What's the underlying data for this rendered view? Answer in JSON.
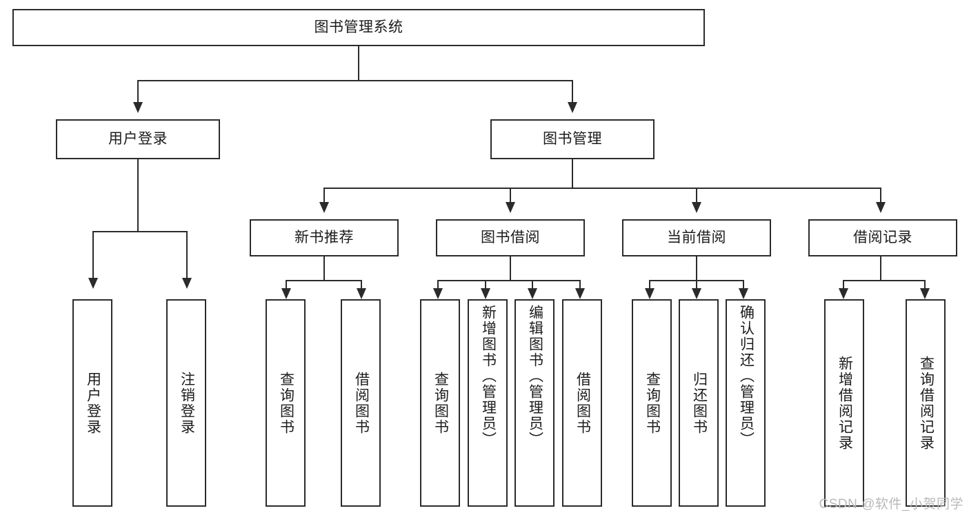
{
  "diagram": {
    "type": "tree-hierarchy",
    "title": "图书管理系统",
    "root": {
      "label": "图书管理系统"
    },
    "level1": [
      {
        "label": "用户登录"
      },
      {
        "label": "图书管理"
      }
    ],
    "level2": [
      {
        "label": "新书推荐",
        "parent": "图书管理"
      },
      {
        "label": "图书借阅",
        "parent": "图书管理"
      },
      {
        "label": "当前借阅",
        "parent": "图书管理"
      },
      {
        "label": "借阅记录",
        "parent": "图书管理"
      }
    ],
    "leaves": {
      "user_login": [
        {
          "label": "用户登录"
        },
        {
          "label": "注销登录"
        }
      ],
      "new_book_recommend": [
        {
          "label": "查询图书"
        },
        {
          "label": "借阅图书"
        }
      ],
      "book_borrow": [
        {
          "label": "查询图书"
        },
        {
          "label": "新增图书（管理员）"
        },
        {
          "label": "编辑图书（管理员）"
        },
        {
          "label": "借阅图书"
        }
      ],
      "current_borrow": [
        {
          "label": "查询图书"
        },
        {
          "label": "归还图书"
        },
        {
          "label": "确认归还（管理员）"
        }
      ],
      "borrow_record": [
        {
          "label": "新增借阅记录"
        },
        {
          "label": "查询借阅记录"
        }
      ]
    }
  },
  "watermark": {
    "text": "CSDN @软件_小贺同学"
  },
  "colors": {
    "stroke": "#2b2b2b",
    "background": "#ffffff",
    "text": "#1c1c1c",
    "watermark": "#b9b9b9"
  }
}
